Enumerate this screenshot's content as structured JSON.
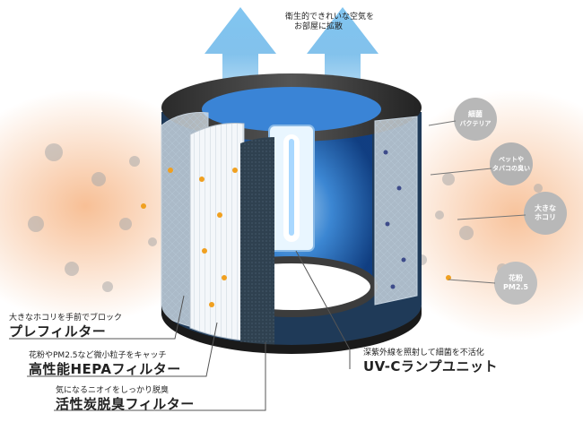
{
  "top_caption": {
    "line1": "衛生的できれいな空気を",
    "line2": "お部屋に拡散"
  },
  "particles": [
    {
      "line1": "細菌",
      "line2": "バクテリア"
    },
    {
      "line1": "ペットや",
      "line2": "タバコの臭い"
    },
    {
      "line1": "大きな",
      "line2": "ホコリ"
    },
    {
      "line1": "花粉",
      "line2": "PM2.5"
    }
  ],
  "filters": [
    {
      "description": "大きなホコリを手前でブロック",
      "name": "プレフィルター"
    },
    {
      "description": "花粉やPM2.5など微小粒子をキャッチ",
      "name": "高性能HEPAフィルター"
    },
    {
      "description": "気になるニオイをしっかり脱臭",
      "name": "活性炭脱臭フィルター"
    }
  ],
  "uvc": {
    "description": "深紫外線を照射して細菌を不活化",
    "name": "UV-Cランプユニット"
  },
  "colors": {
    "arrow": "#5aaee6",
    "haze": "#f6b483",
    "uv_core": "#3f8fe0",
    "filter_dark": "#2f4150"
  }
}
